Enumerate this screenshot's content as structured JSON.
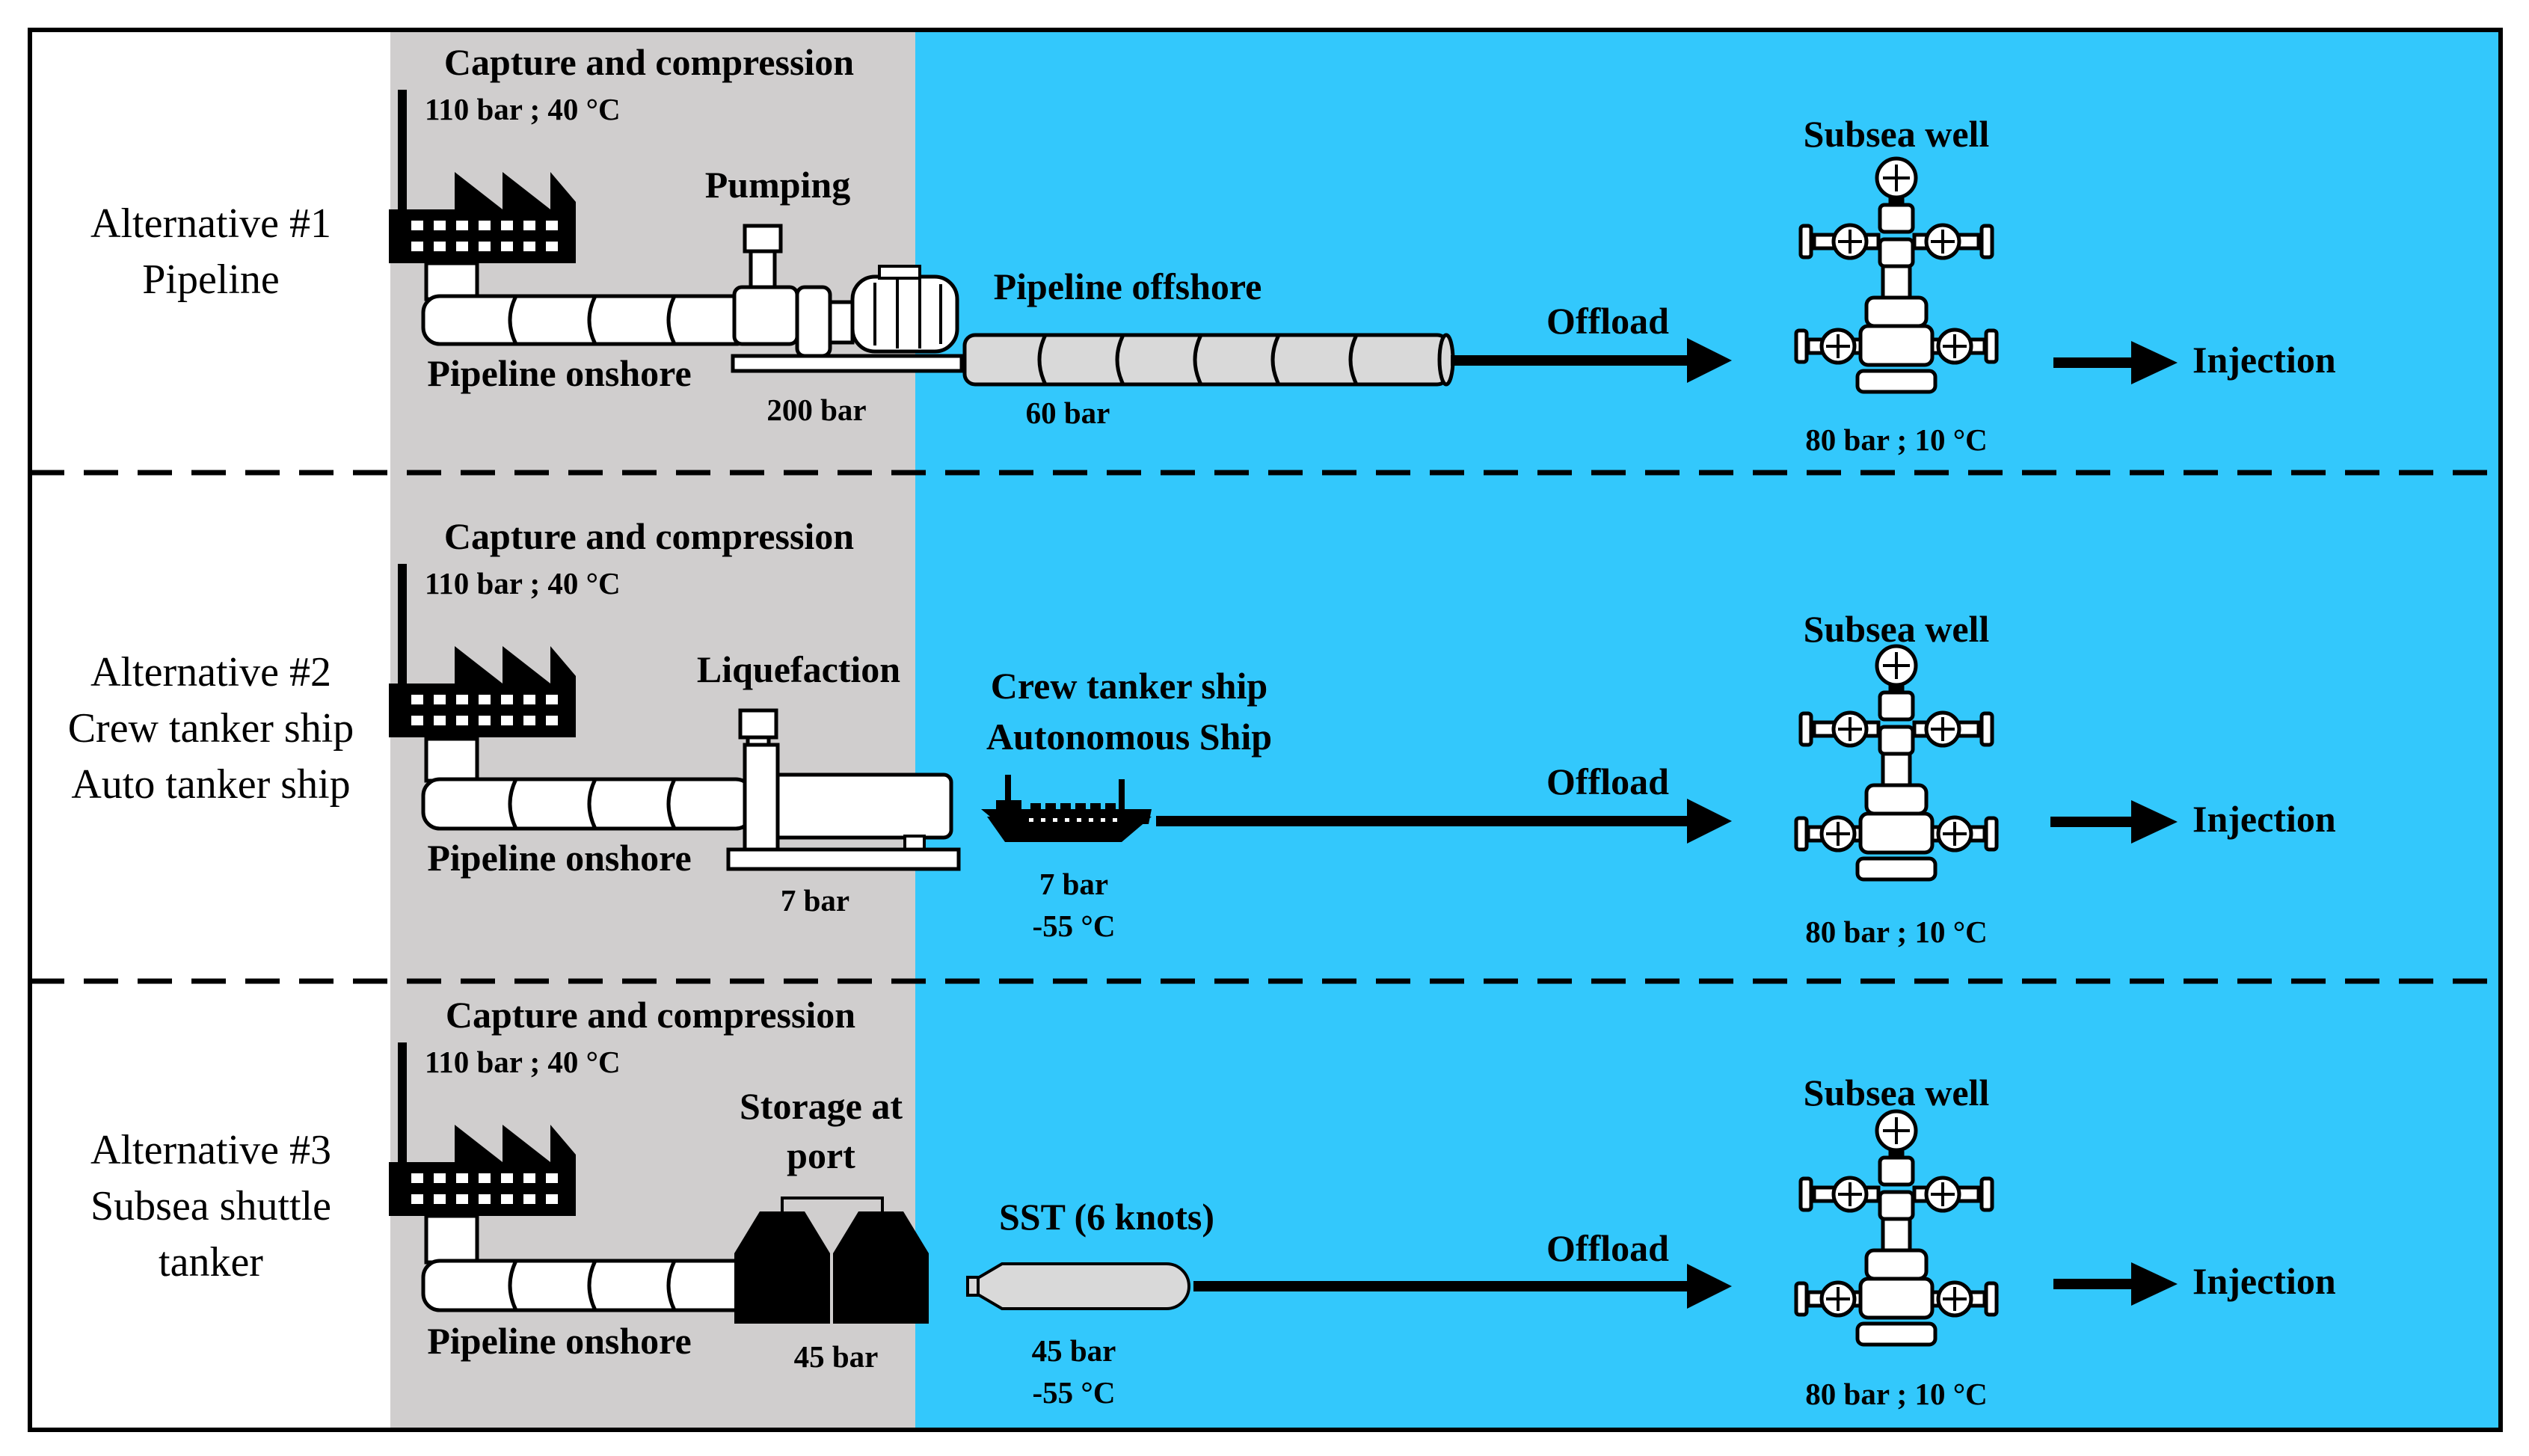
{
  "colors": {
    "onshore_bg": "#d0cece",
    "offshore_bg": "#33c8fc",
    "border": "#000000",
    "ink": "#000000",
    "pipe_fill": "#ffffff",
    "pipe_offshore_fill": "#d9d9d9",
    "shuttle_fill": "#d9d9d9"
  },
  "rows": [
    {
      "alt_lines": [
        "Alternative #1",
        "Pipeline"
      ],
      "capture": "Capture and compression",
      "capture_cond": "110 bar ; 40 °C",
      "pipeline_onshore": "Pipeline onshore",
      "process": "Pumping",
      "process_pressure": "200 bar",
      "transport_lines": [
        "Pipeline offshore"
      ],
      "transport_cond_lines": [
        "60 bar"
      ],
      "offload": "Offload",
      "well": "Subsea well",
      "well_cond": "80 bar ; 10 °C",
      "injection": "Injection"
    },
    {
      "alt_lines": [
        "Alternative #2",
        "Crew tanker ship",
        "Auto tanker ship"
      ],
      "capture": "Capture and compression",
      "capture_cond": "110 bar ; 40 °C",
      "pipeline_onshore": "Pipeline onshore",
      "process": "Liquefaction",
      "process_pressure": "7 bar",
      "transport_lines": [
        "Crew tanker ship",
        "Autonomous Ship"
      ],
      "transport_cond_lines": [
        "7 bar",
        "-55 °C"
      ],
      "offload": "Offload",
      "well": "Subsea well",
      "well_cond": "80 bar ; 10 °C",
      "injection": "Injection"
    },
    {
      "alt_lines": [
        "Alternative #3",
        "Subsea shuttle",
        "tanker"
      ],
      "capture": "Capture and compression",
      "capture_cond": "110 bar ; 40 °C",
      "pipeline_onshore": "Pipeline onshore",
      "process_lines": [
        "Storage at",
        "port"
      ],
      "process_pressure": "45 bar",
      "transport_lines": [
        "SST (6 knots)"
      ],
      "transport_cond_lines": [
        "45 bar",
        "-55 °C"
      ],
      "offload": "Offload",
      "well": "Subsea well",
      "well_cond": "80 bar ; 10 °C",
      "injection": "Injection"
    }
  ]
}
